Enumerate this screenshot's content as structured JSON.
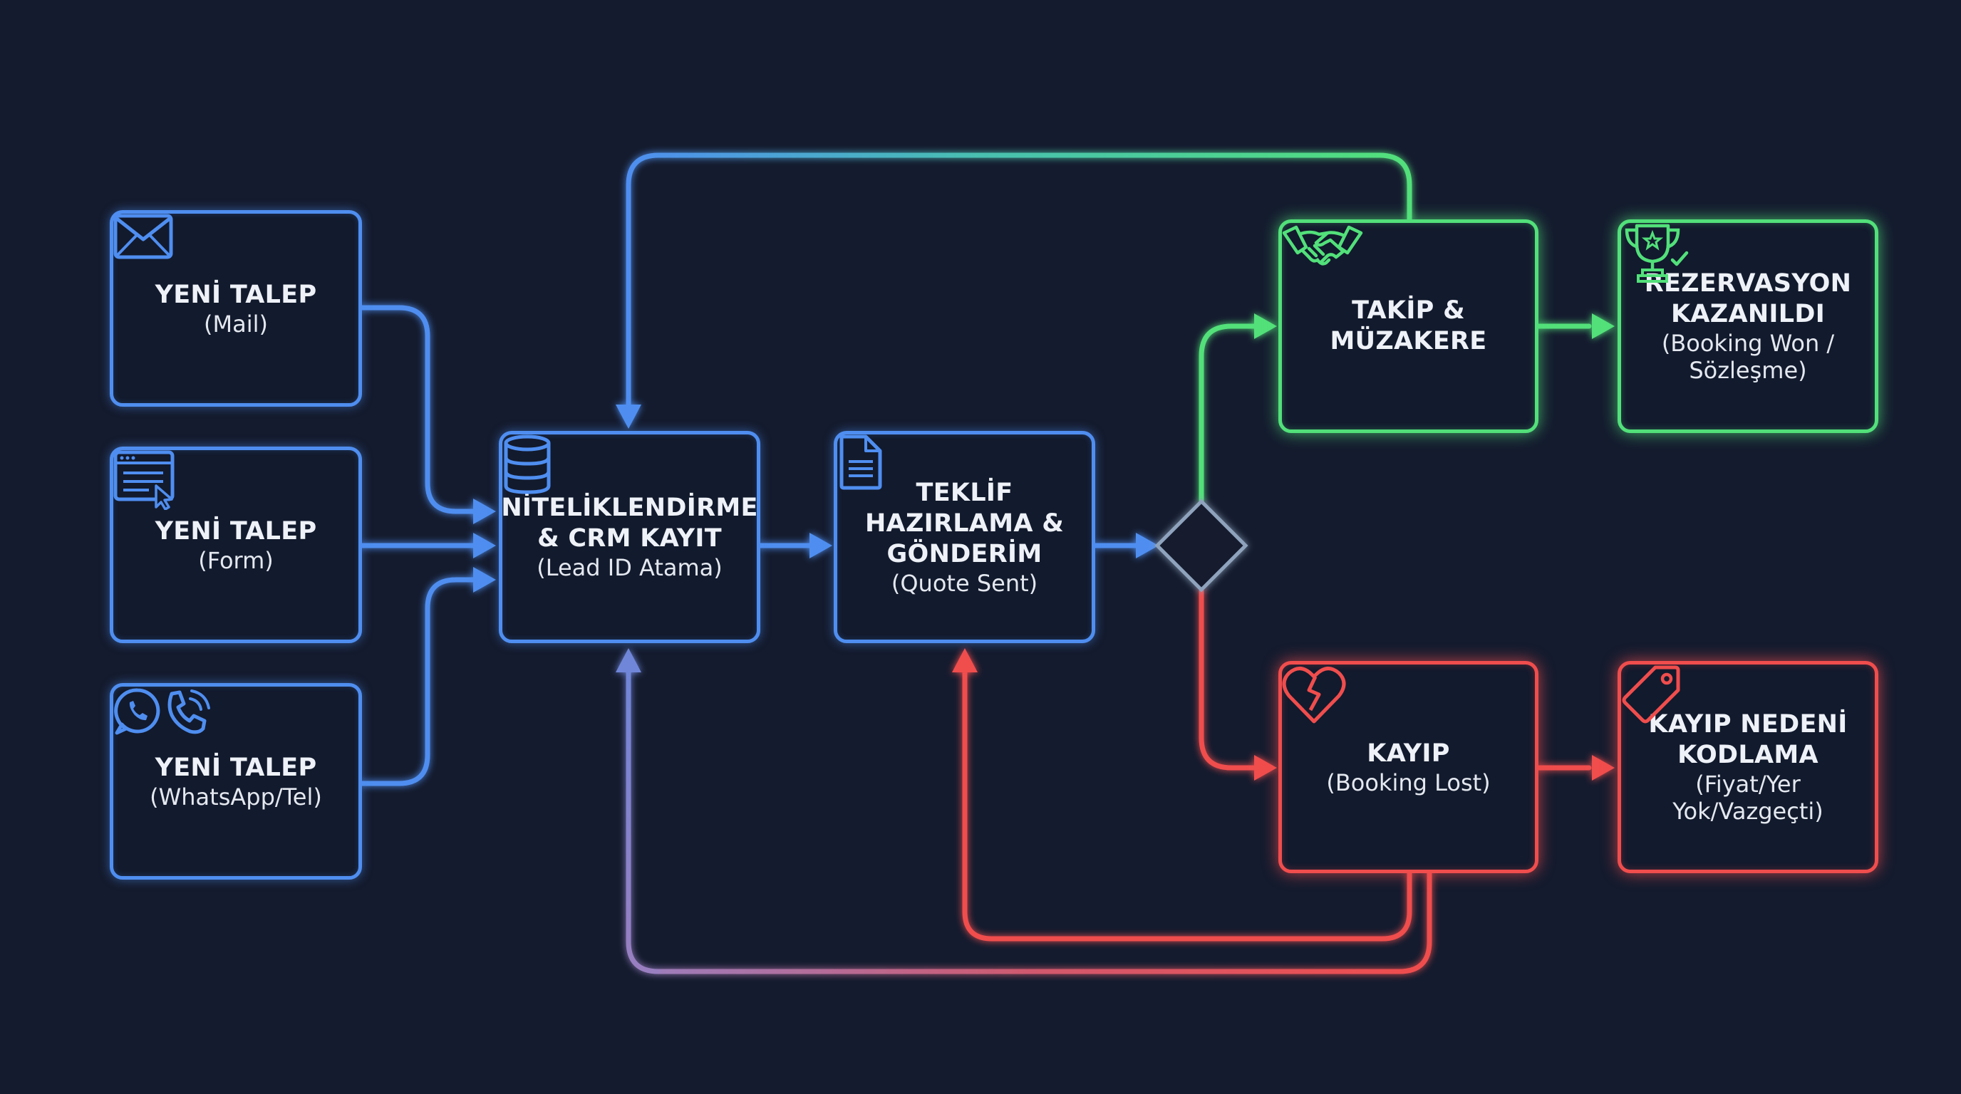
{
  "colors": {
    "background": "#141b2e",
    "blue": "#4f8ef0",
    "green": "#52e07a",
    "red": "#f04d4d",
    "purple": "#9a7fc0",
    "decision": "#8fa3bd"
  },
  "nodes": {
    "new_request_mail": {
      "title": "YENİ TALEP",
      "subtitle": "(Mail)",
      "icon": "envelope-icon"
    },
    "new_request_form": {
      "title": "YENİ TALEP",
      "subtitle": "(Form)",
      "icon": "web-form-icon"
    },
    "new_request_whatsapp": {
      "title": "YENİ TALEP",
      "subtitle": "(WhatsApp/Tel)",
      "icon": "whatsapp-phone-icon"
    },
    "qualification": {
      "title": "NİTELİKLENDİRME\n& CRM KAYIT",
      "subtitle": "(Lead ID Atama)",
      "icon": "database-icon"
    },
    "quote": {
      "title": "TEKLİF\nHAZIRLAMA &\nGÖNDERİM",
      "subtitle": "(Quote Sent)",
      "icon": "document-icon"
    },
    "follow_up": {
      "title": "TAKİP &\nMÜZAKERE",
      "subtitle": "",
      "icon": "handshake-icon"
    },
    "booking_won": {
      "title": "REZERVASYON\nKAZANILDI",
      "subtitle": "(Booking Won /\nSözleşme)",
      "icon": "trophy-icon"
    },
    "booking_lost": {
      "title": "KAYIP",
      "subtitle": "(Booking Lost)",
      "icon": "broken-heart-icon"
    },
    "loss_reason": {
      "title": "KAYIP NEDENİ\nKODLAMA",
      "subtitle": "(Fiyat/Yer Yok/Vazgeçti)",
      "icon": "tag-icon"
    }
  },
  "decision": {
    "icon": "decision-diamond"
  }
}
